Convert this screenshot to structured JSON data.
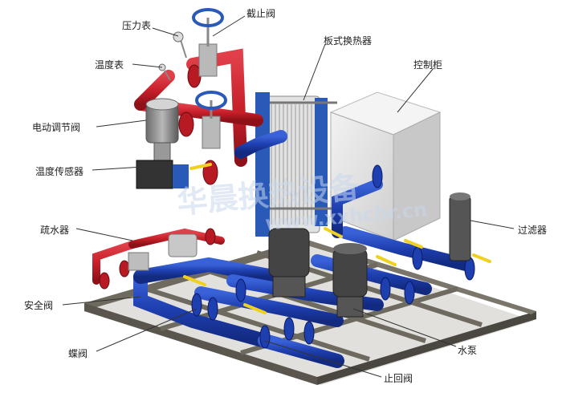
{
  "labels": {
    "pressure_gauge": "压力表",
    "stop_valve": "截止阀",
    "plate_heat_exchanger": "板式换热器",
    "thermometer": "温度表",
    "control_cabinet": "控制柜",
    "electric_control_valve": "电动调节阀",
    "temperature_sensor": "温度传感器",
    "steam_trap": "疏水器",
    "filter": "过滤器",
    "safety_valve": "安全阀",
    "water_pump": "水泵",
    "butterfly_valve": "蝶阀",
    "check_valve": "止回阀"
  },
  "watermark": {
    "brand": "华晨换热设备",
    "url": "www.xxhchr.cn"
  },
  "colors": {
    "steam_pipe": "#c8202a",
    "water_pipe": "#1e3fb0",
    "frame": "#6e6a60",
    "cabinet": "#e4e4e4",
    "valve_handle": "#f0d020",
    "exchanger": "#2a5ab8"
  }
}
